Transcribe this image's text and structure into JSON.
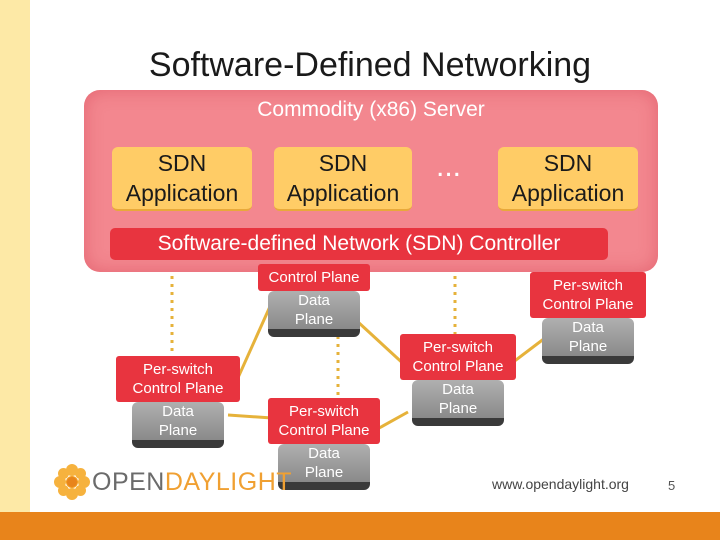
{
  "title": "Software-Defined Networking",
  "server_label": "Commodity (x86) Server",
  "apps": [
    {
      "line1": "SDN",
      "line2": "Application"
    },
    {
      "line1": "SDN",
      "line2": "Application"
    },
    {
      "line1": "SDN",
      "line2": "Application"
    }
  ],
  "apps_separator": "...",
  "controller_label": "Software-defined Network (SDN) Controller",
  "switches": [
    {
      "control_plane": "Control Plane",
      "data_plane": [
        "Data",
        "Plane"
      ]
    },
    {
      "control_plane": [
        "Per-switch",
        "Control Plane"
      ],
      "data_plane": [
        "Data",
        "Plane"
      ]
    },
    {
      "control_plane": [
        "Per-switch",
        "Control Plane"
      ],
      "data_plane": [
        "Data",
        "Plane"
      ]
    },
    {
      "control_plane": [
        "Per-switch",
        "Control Plane"
      ],
      "data_plane": [
        "Data",
        "Plane"
      ]
    },
    {
      "control_plane": [
        "Per-switch",
        "Control Plane"
      ],
      "data_plane": [
        "Data",
        "Plane"
      ]
    }
  ],
  "logo": {
    "part1": "OPEN",
    "part2": "DAYLIGHT"
  },
  "url": "www.opendaylight.org",
  "page_number": "5",
  "colors": {
    "red": "#e8343f",
    "server": "#f3878f",
    "app": "#ffcc66",
    "link": "#e6b23a",
    "orange": "#e8841b"
  }
}
